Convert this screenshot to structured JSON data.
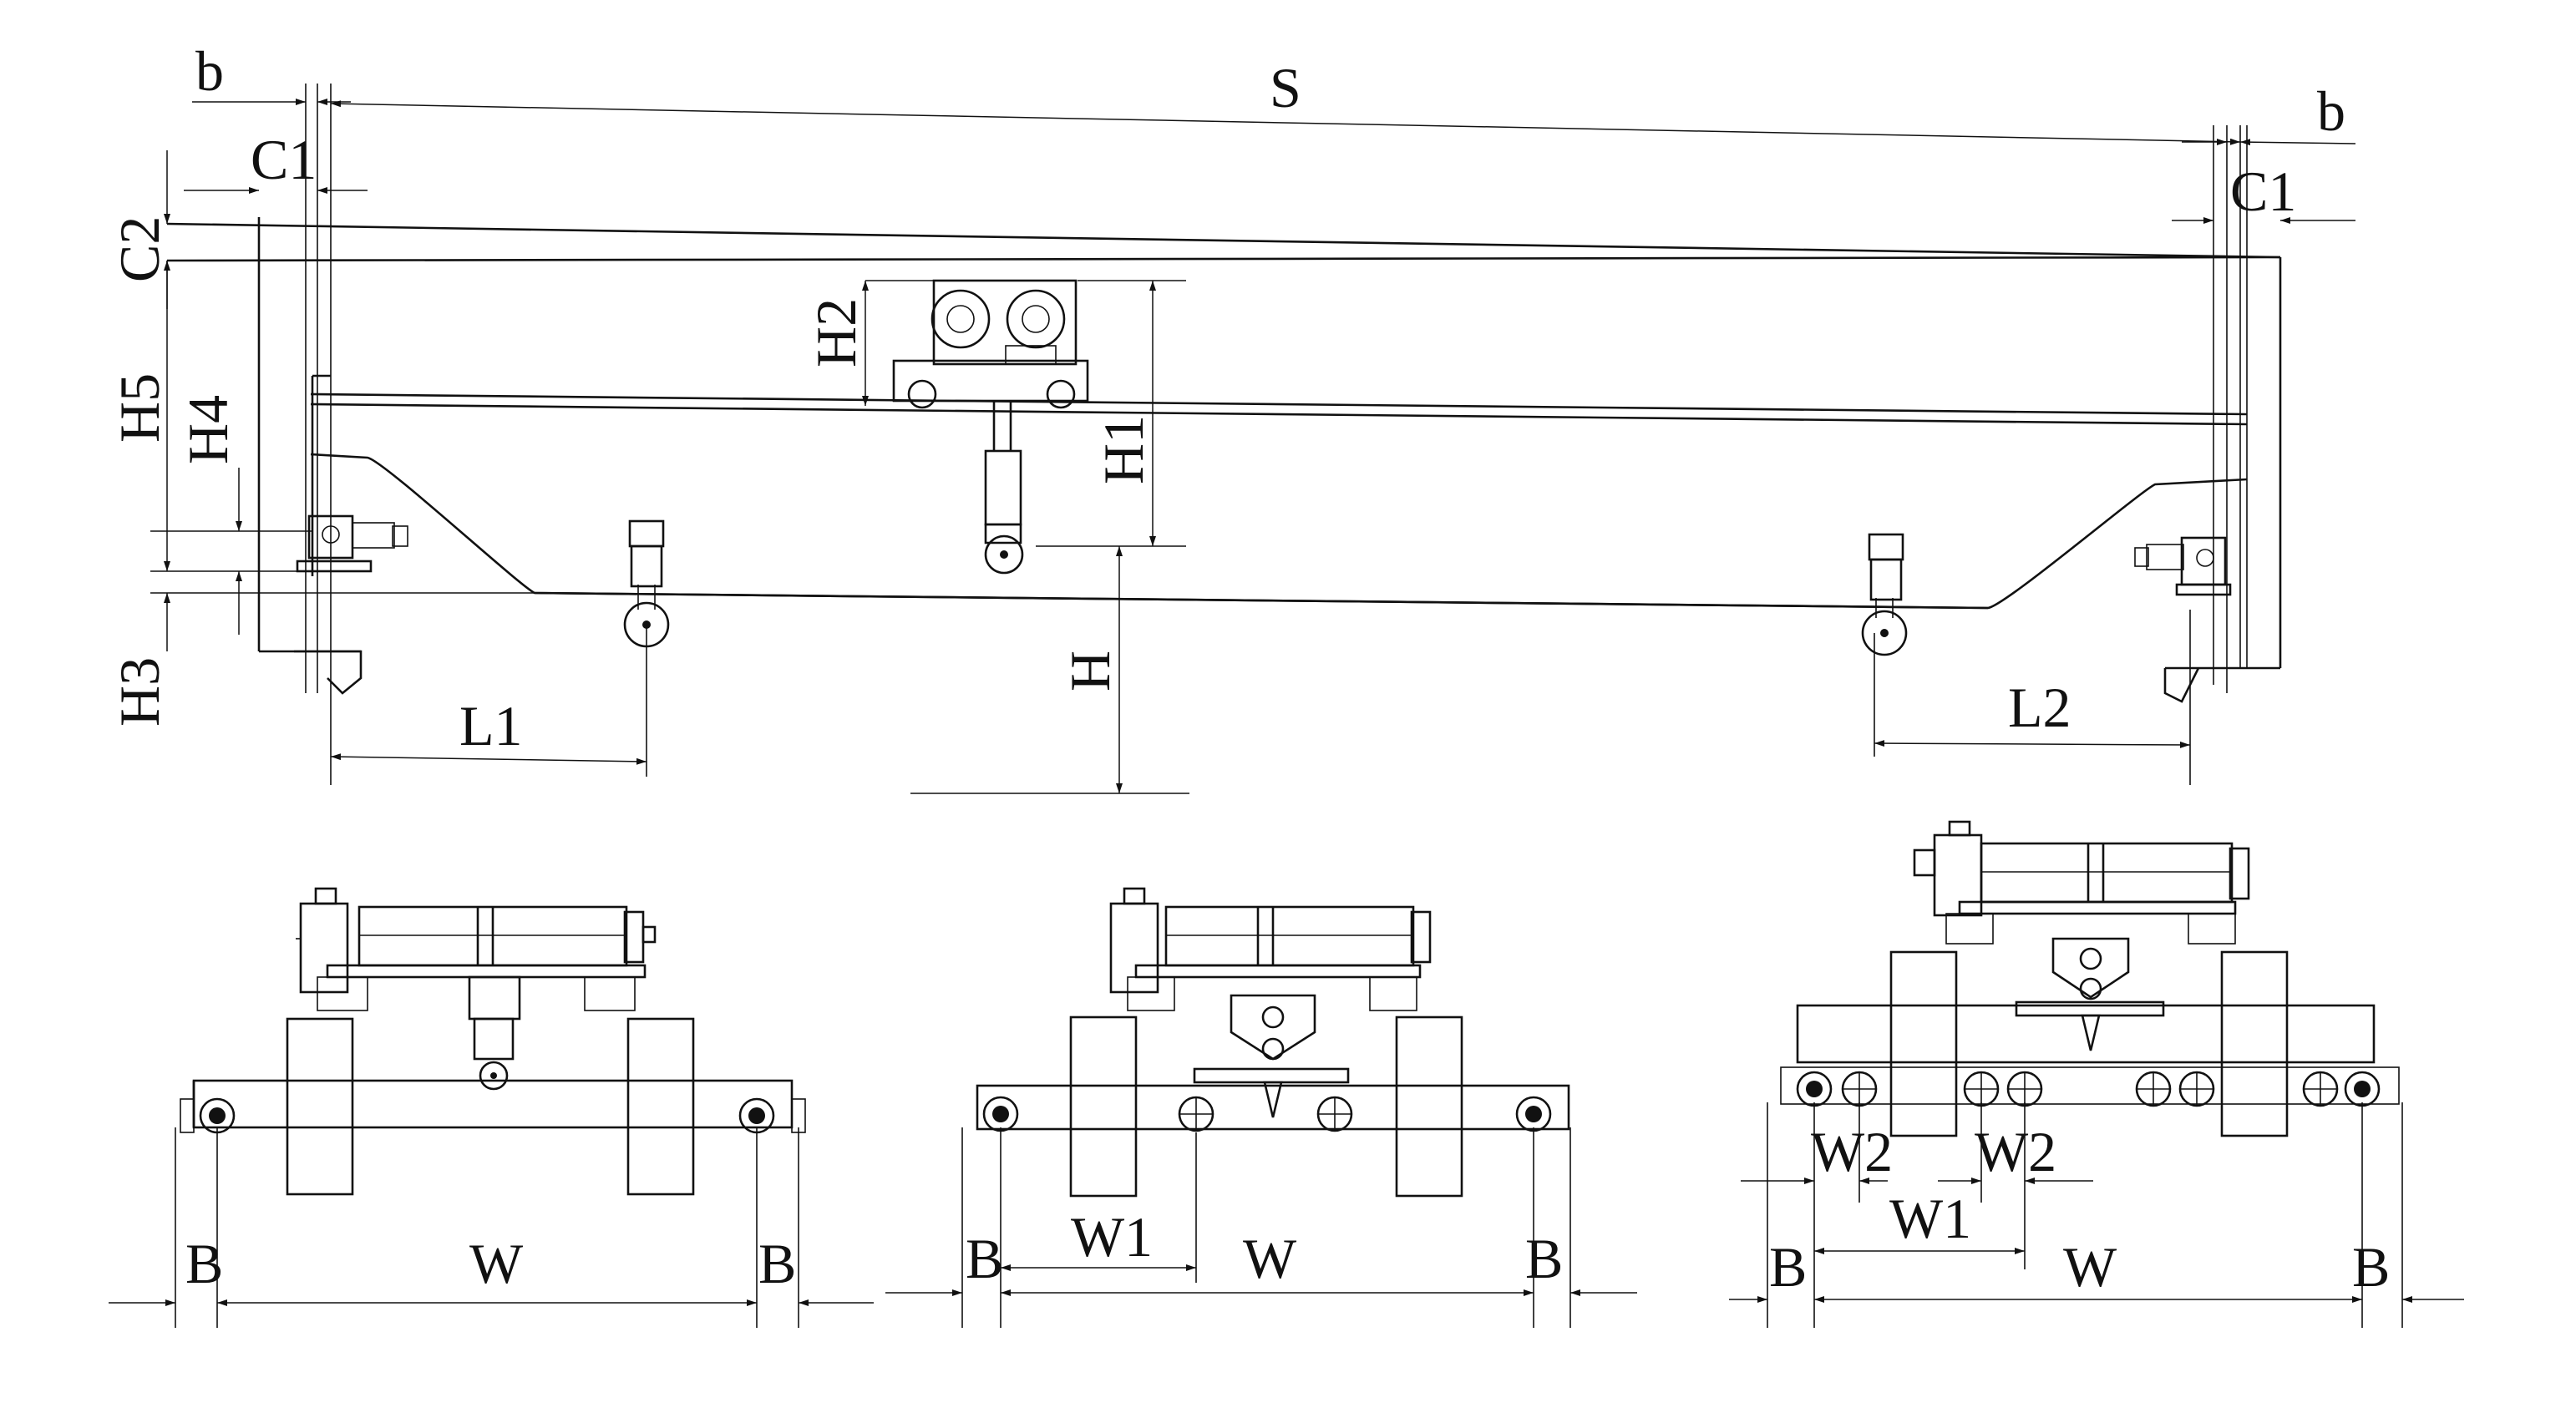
{
  "labels": {
    "span": "S",
    "b_left": "b",
    "b_right": "b",
    "c1_left": "C1",
    "c1_right": "C1",
    "c2": "C2",
    "h5": "H5",
    "h4": "H4",
    "h3": "H3",
    "h2": "H2",
    "h1": "H1",
    "h": "H",
    "l1": "L1",
    "l2": "L2",
    "end_view_1": {
      "b_left": "B",
      "w": "W",
      "b_right": "B"
    },
    "end_view_2": {
      "b_left": "B",
      "w1": "W1",
      "w": "W",
      "b_right": "B"
    },
    "end_view_3": {
      "w2_left": "W2",
      "w2_right": "W2",
      "w1": "W1",
      "b_left": "B",
      "w": "W",
      "b_right": "B"
    }
  },
  "colors": {
    "line": "#111111",
    "background": "#ffffff"
  }
}
